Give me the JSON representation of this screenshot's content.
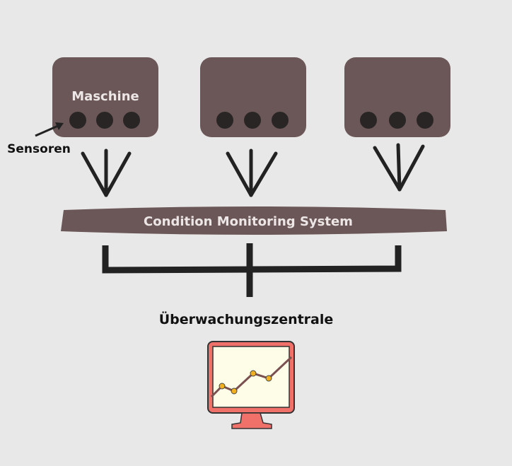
{
  "machine": {
    "label": "Maschine"
  },
  "sensors": {
    "label": "Sensoren"
  },
  "cms": {
    "label": "Condition Monitoring System"
  },
  "center": {
    "label": "Überwachungszentrale"
  },
  "colors": {
    "background": "#e8e8e8",
    "machine_fill": "#6b5757",
    "sensor_dot": "#2a2525",
    "lines": "#222222",
    "machine_text": "#ece6e6",
    "monitor_frame": "#f0706a",
    "monitor_screen": "#fdfde8",
    "graph_line": "#7a5050",
    "graph_points": "#f0b020"
  }
}
